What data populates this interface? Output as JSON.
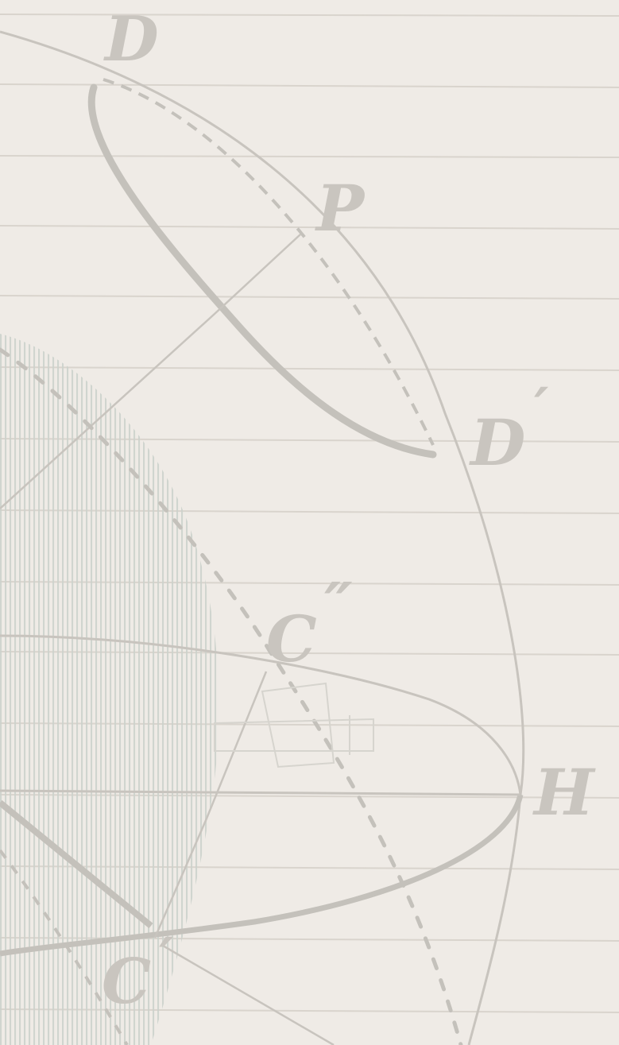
{
  "labels": {
    "D": "D",
    "P": "P",
    "D_prime": "D",
    "D_prime_mark": "′",
    "C_double": "C",
    "C_double_mark": "″",
    "H": "H",
    "C_prime": "C",
    "C_prime_mark": "′"
  },
  "colors": {
    "background": "#efebe6",
    "rule_line": "#d8d3cc",
    "ink": "#c6c2bc",
    "shading": "#d9dcd6"
  }
}
